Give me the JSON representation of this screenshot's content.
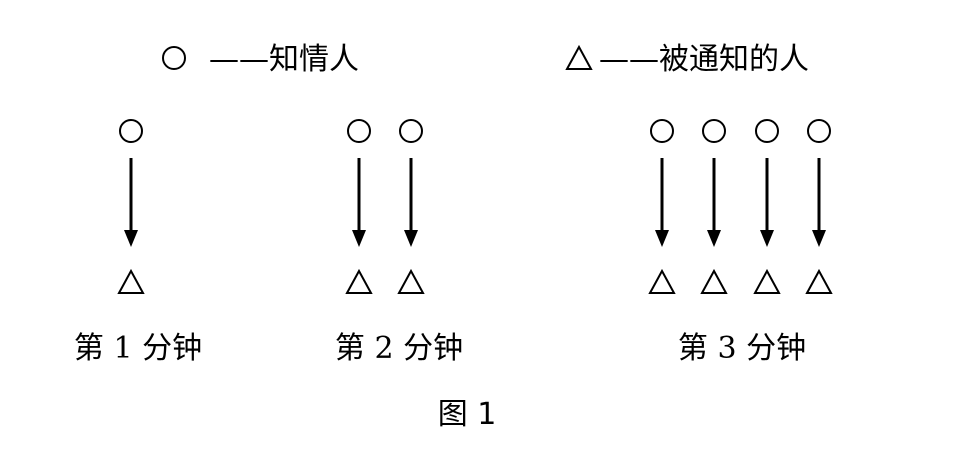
{
  "legend": {
    "informed_symbol": "○",
    "informed_text": "——知情人",
    "notified_symbol": "△",
    "notified_text": "——被通知的人"
  },
  "minutes": [
    {
      "label": "第 1 分钟",
      "pairs": 1
    },
    {
      "label": "第 2 分钟",
      "pairs": 2
    },
    {
      "label": "第 3 分钟",
      "pairs": 4
    }
  ],
  "caption": "图 1"
}
